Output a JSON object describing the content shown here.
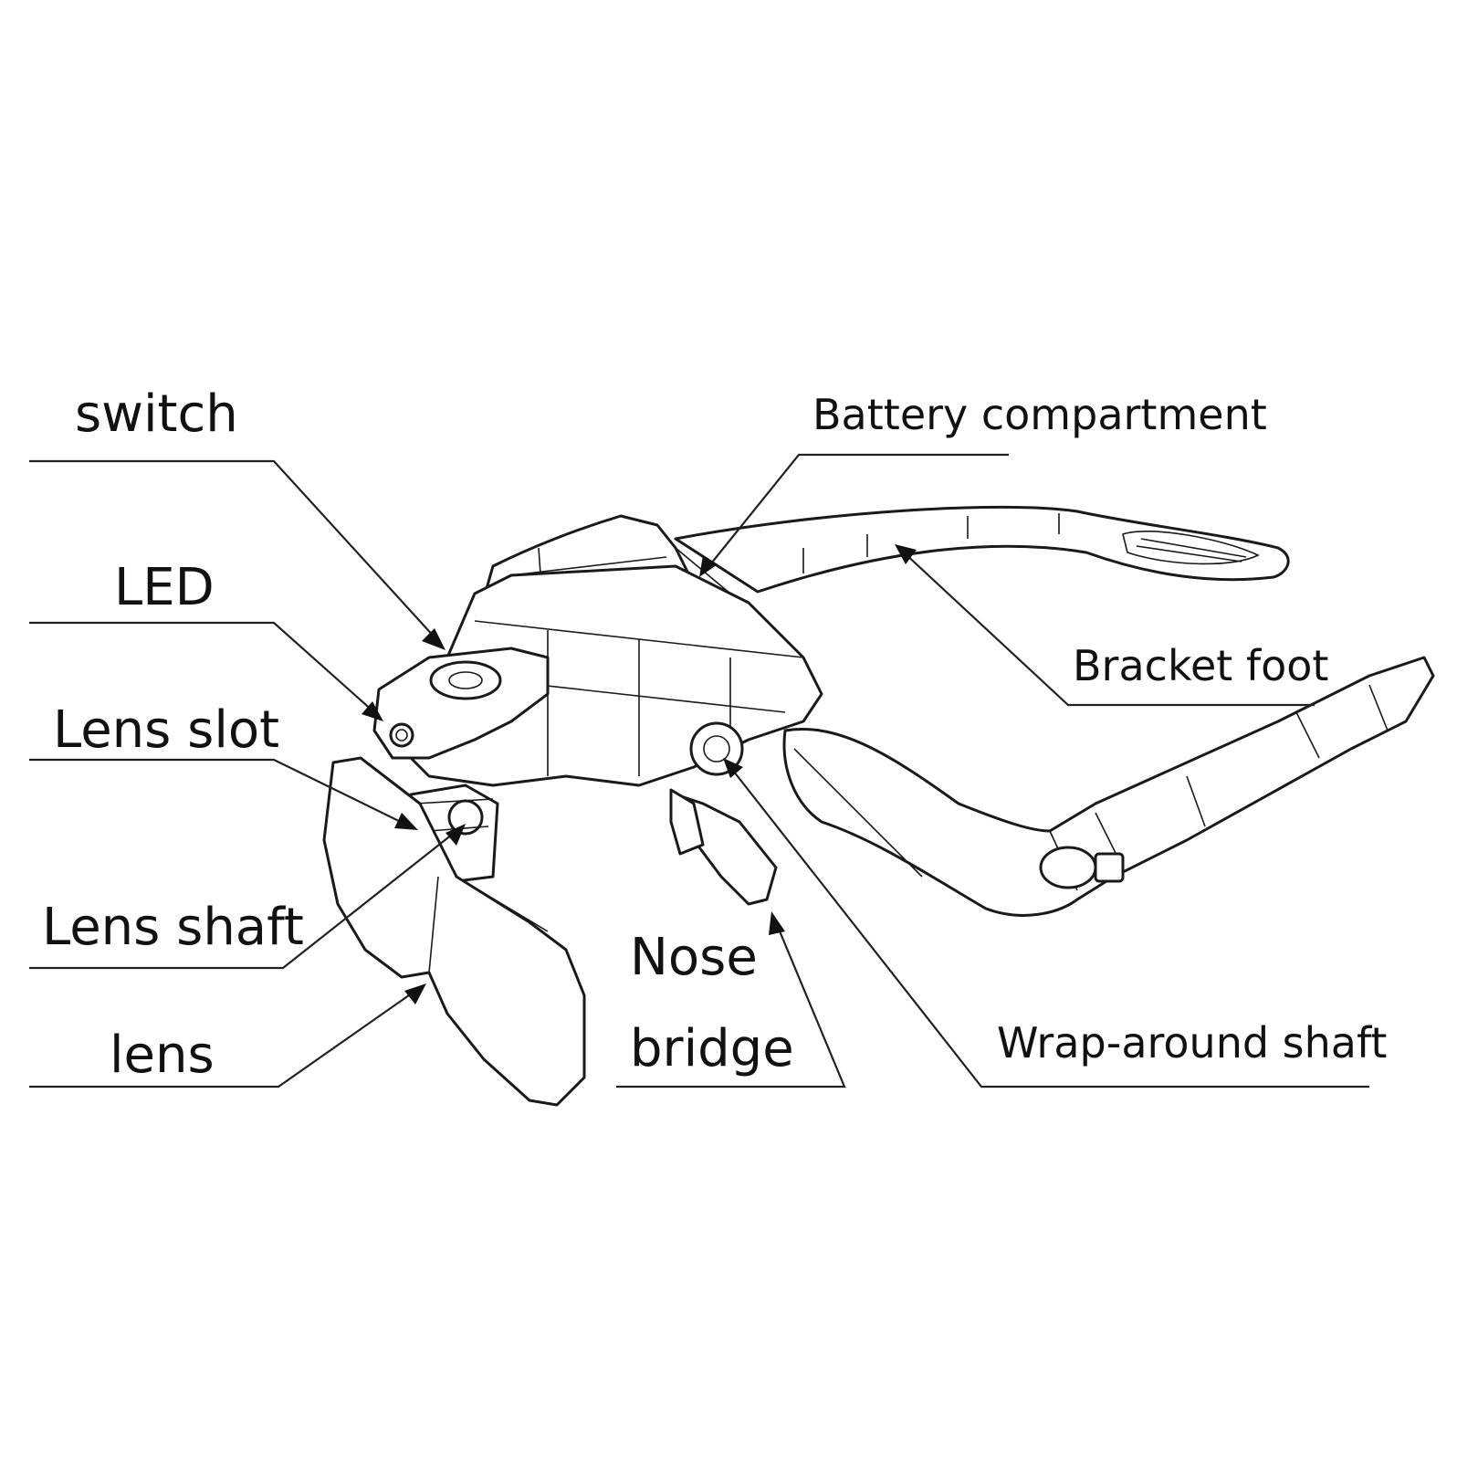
{
  "labels": {
    "switch": "switch",
    "led": "LED",
    "lens_slot": "Lens slot",
    "lens_shaft": "Lens shaft",
    "lens": "lens",
    "nose_line1": "Nose",
    "nose_line2": "bridge",
    "battery": "Battery compartment",
    "bracket_foot": "Bracket foot",
    "wrap_shaft": "Wrap-around shaft"
  },
  "colors": {
    "ink": "#111111",
    "background": "#ffffff"
  }
}
